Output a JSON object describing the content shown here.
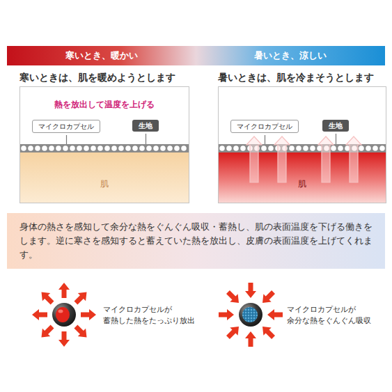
{
  "diagram": {
    "nodes": [
      {
        "text": [
          "寒いとき、暖かい",
          "暑いとき、涼しい"
        ]
      },
      {
        "text": [
          "寒いときは、肌を暖めようとします",
          "熱を放出して温度を上げる",
          "肌"
        ]
      },
      {
        "text": [
          "マイクロカプセル"
        ],
        "in": 1
      },
      {
        "text": [
          "生地"
        ],
        "in": 1
      },
      {
        "text": [
          "暑いときは、肌を冷まそうとします",
          "肌"
        ]
      },
      {
        "text": [
          "マイクロカプセル"
        ],
        "in": 4
      },
      {
        "text": [
          "生地"
        ],
        "in": 4
      },
      {
        "text": [
          "身体の熱さを感知して余分な熱をぐんぐん吸収・蓄熱し、肌の表面温度を下げる働きをします。逆に寒さを感知すると蓄えていた熱を放出し、皮膚の表面温度を上げてくれます。"
        ]
      }
    ],
    "labels": [
      "マイクロカプセルが 蓄熱した熱をたっぷり放出",
      "マイクロカプセルが 余分な熱をぐんぐん吸収"
    ]
  }
}
